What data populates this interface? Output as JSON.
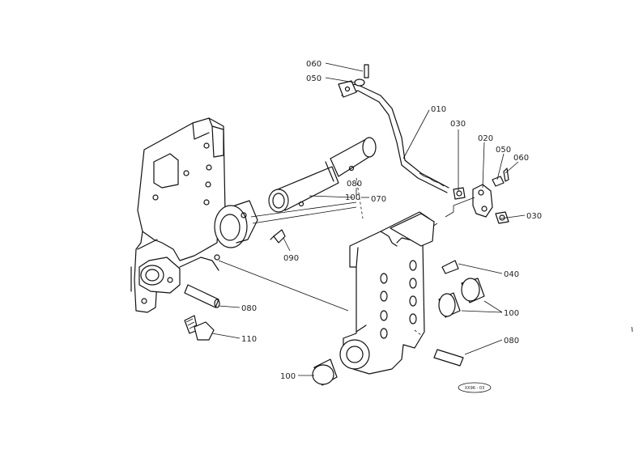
{
  "callouts": {
    "c060_top": "060",
    "c050_top": "050",
    "c010": "010",
    "c030_top": "030",
    "c020": "020",
    "c050_right": "050",
    "c060_right": "060",
    "c080_mid": "080",
    "c100_mid": "100",
    "c070": "070",
    "c030_right": "030",
    "c090": "090",
    "c040": "040",
    "c100_right": "100",
    "c080_left": "080",
    "c110": "110",
    "c080_right": "080",
    "c100_bottom": "100"
  },
  "stamp": "XX96 - 03"
}
